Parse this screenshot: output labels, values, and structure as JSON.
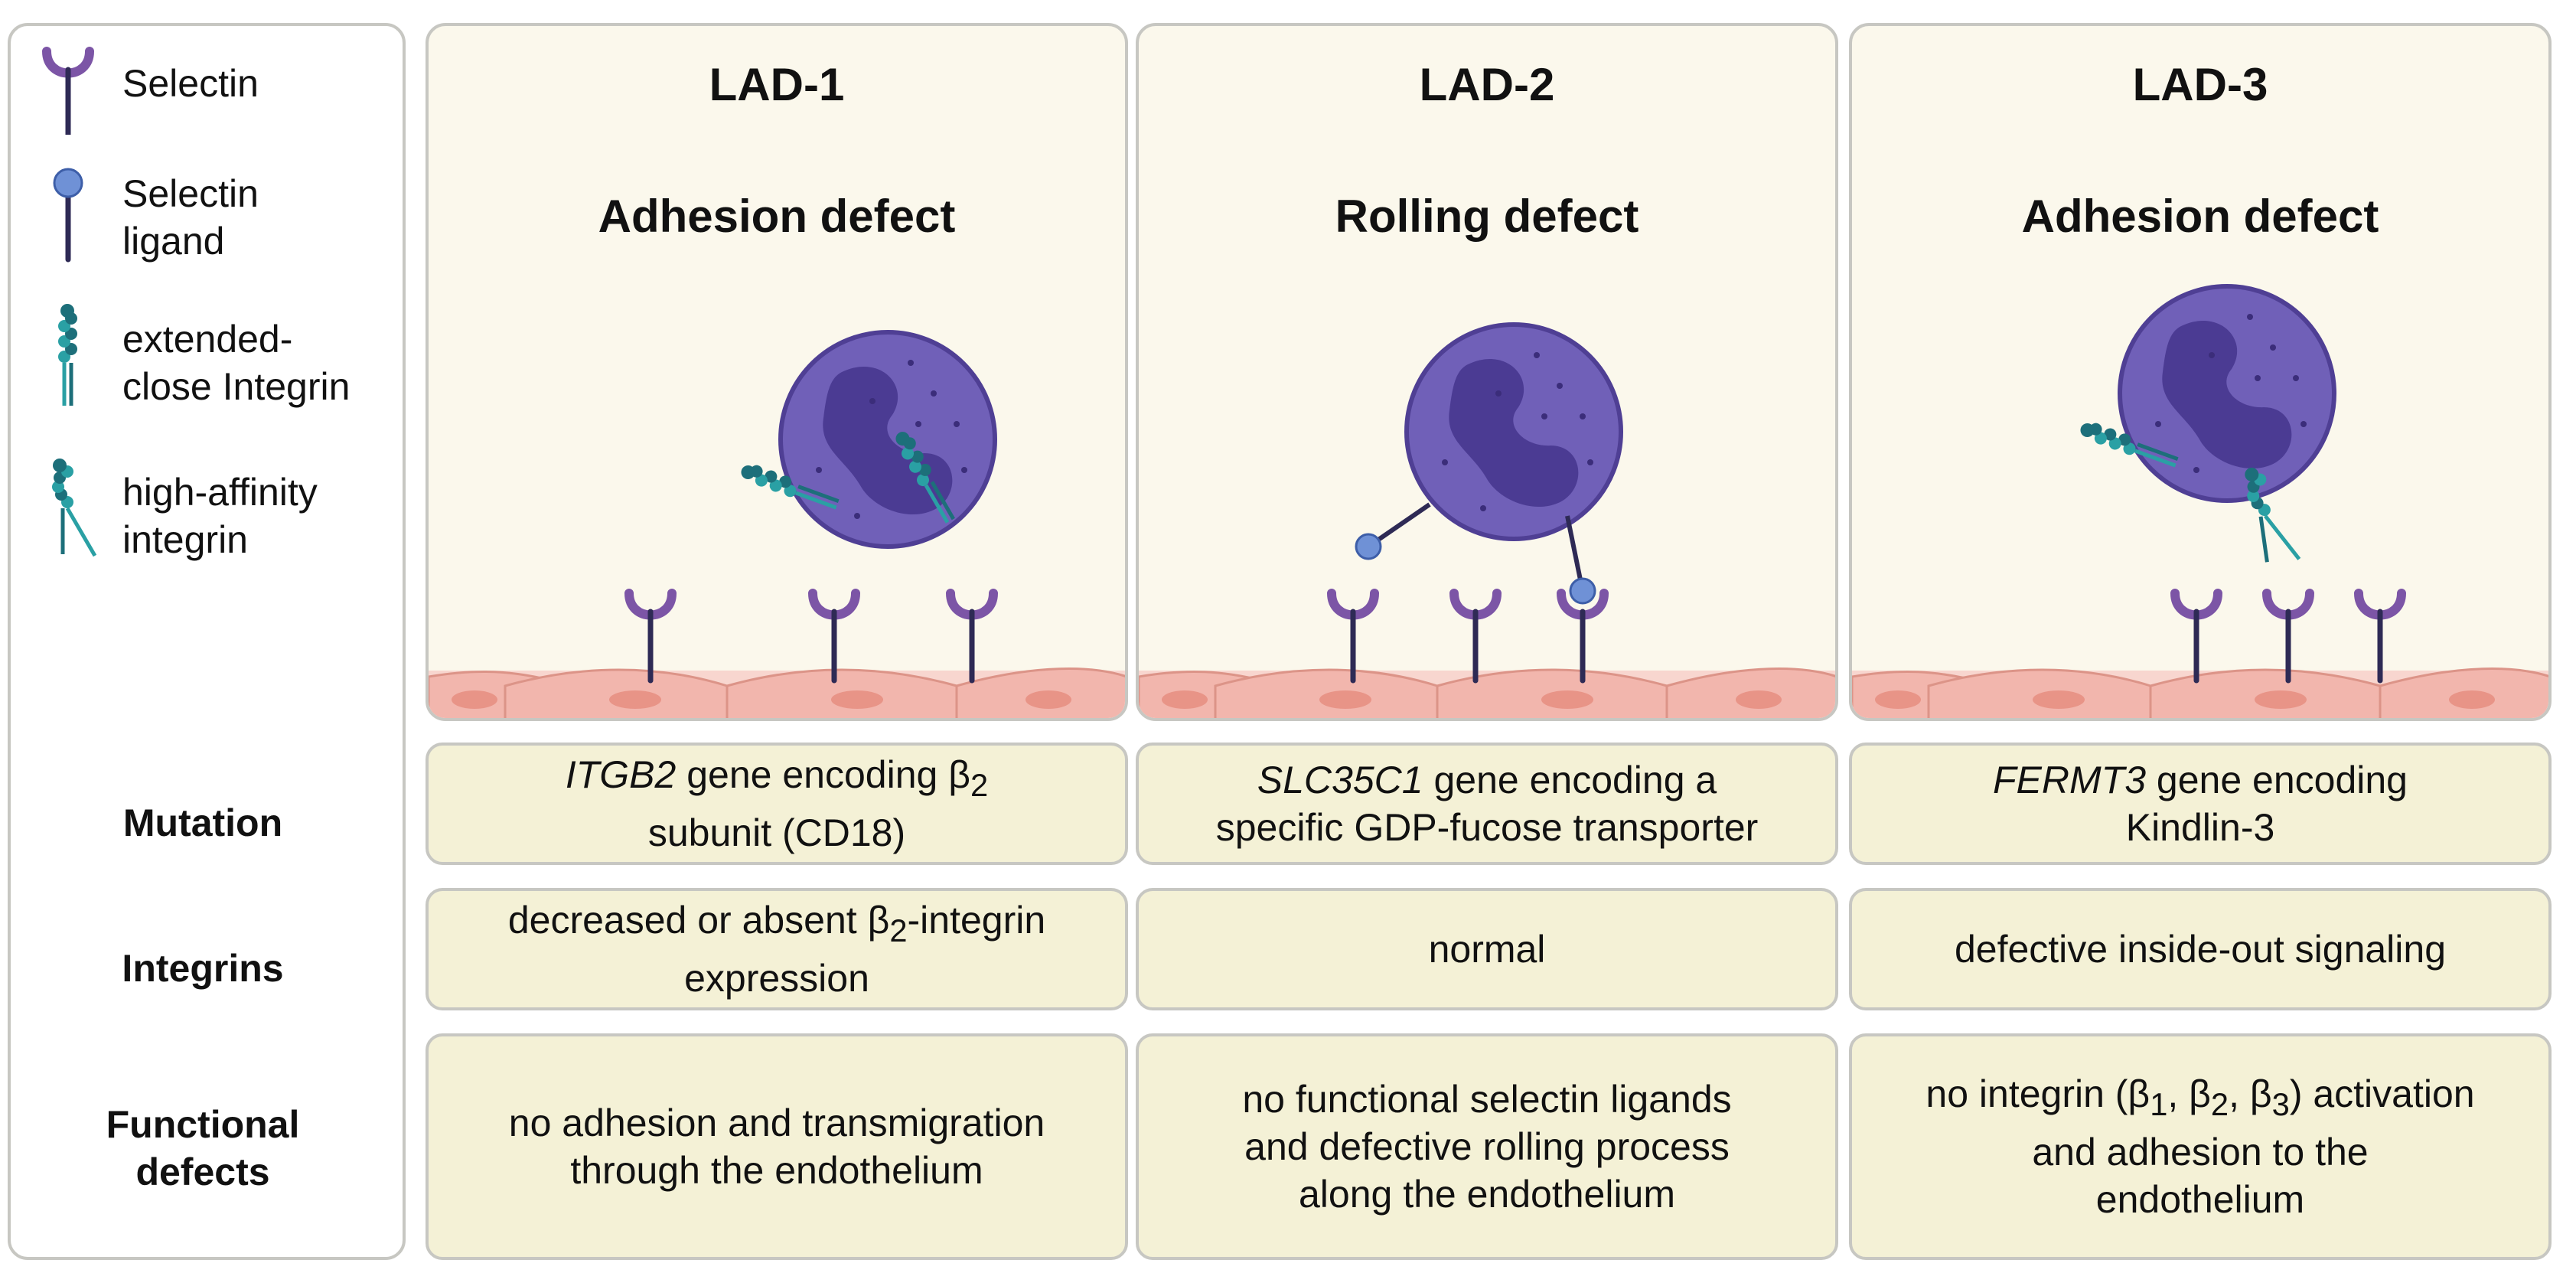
{
  "legend": {
    "selectin": "Selectin",
    "selectin_ligand_1": "Selectin",
    "selectin_ligand_2": "ligand",
    "extended_1": "extended-",
    "extended_2": "close Integrin",
    "high_1": "high-affinity",
    "high_2": "integrin"
  },
  "columns": [
    {
      "title": "LAD-1",
      "defect": "Adhesion defect"
    },
    {
      "title": "LAD-2",
      "defect": "Rolling defect"
    },
    {
      "title": "LAD-3",
      "defect": "Adhesion defect"
    }
  ],
  "rows": {
    "mutation": "Mutation",
    "integrins": "Integrins",
    "functional_1": "Functional",
    "functional_2": "defects"
  },
  "cells": {
    "lad1": {
      "gene": "ITGB2",
      "mutation_rest": " gene encoding β",
      "mutation_sub": "2",
      "mutation_line2": "subunit (CD18)",
      "integrins_pre": "decreased or absent β",
      "integrins_sub": "2",
      "integrins_post": "-integrin",
      "integrins_line2": "expression",
      "functional_1": "no adhesion and transmigration",
      "functional_2": "through the endothelium"
    },
    "lad2": {
      "gene": "SLC35C1",
      "mutation_rest": " gene encoding a",
      "mutation_line2": "specific GDP-fucose transporter",
      "integrins": "normal",
      "functional_1": "no functional selectin ligands",
      "functional_2": "and defective rolling process",
      "functional_3": "along the endothelium"
    },
    "lad3": {
      "gene": "FERMT3",
      "mutation_rest": " gene encoding",
      "mutation_line2": "Kindlin-3",
      "integrins": "defective inside-out signaling",
      "functional_pre": "no integrin (β",
      "functional_s1": "1",
      "functional_m1": ", β",
      "functional_s2": "2",
      "functional_m2": ", β",
      "functional_s3": "3",
      "functional_post": ") activation",
      "functional_2": "and adhesion to the",
      "functional_3": "endothelium"
    }
  },
  "colors": {
    "panel_bg": "#fbf8ec",
    "cell_bg": "#f4f1d6",
    "border": "#c7c7c2",
    "selectin": "#7c55a6",
    "ligand_head": "#6f91d6",
    "stalk": "#2e2a55",
    "integrin": "#2aa0a4",
    "neutrophil": "#7060b8",
    "endothelium": "#f2b6ad"
  }
}
